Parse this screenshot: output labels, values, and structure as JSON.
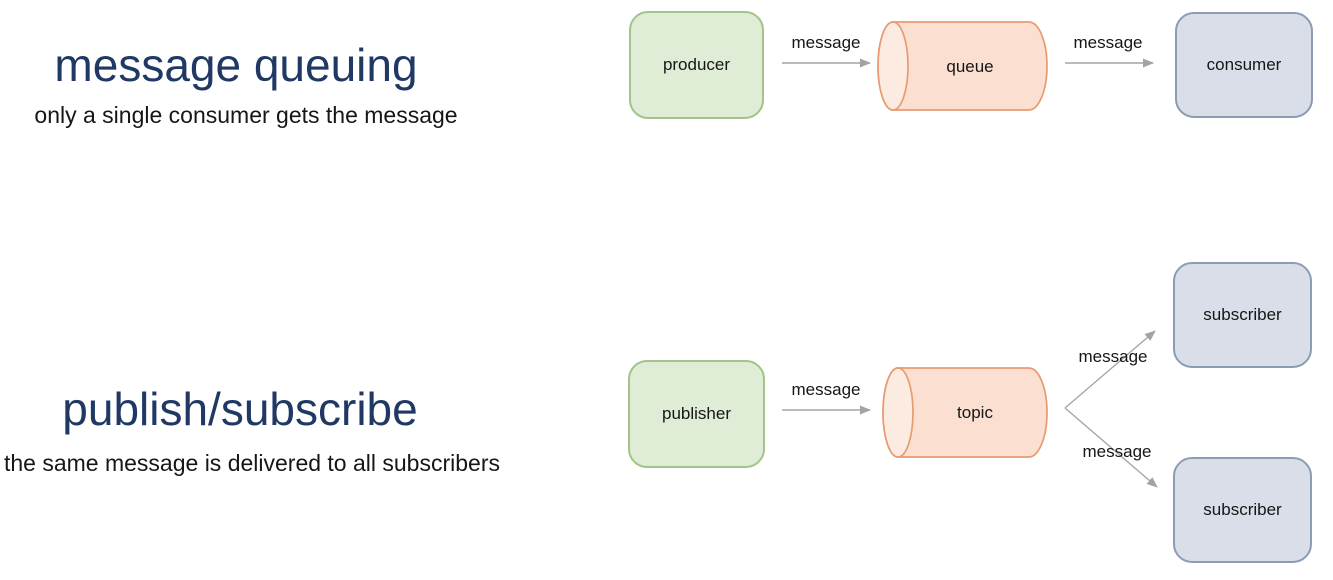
{
  "diagram_top": {
    "title": "message queuing",
    "subtitle": "only a single consumer gets the message",
    "producer_label": "producer",
    "queue_label": "queue",
    "consumer_label": "consumer",
    "arrow1_label": "message",
    "arrow2_label": "message"
  },
  "diagram_bottom": {
    "title": "publish/subscribe",
    "subtitle": "the same message is delivered to all subscribers",
    "publisher_label": "publisher",
    "topic_label": "topic",
    "subscriber1_label": "subscriber",
    "subscriber2_label": "subscriber",
    "arrow1_label": "message",
    "arrow2_label": "message",
    "arrow3_label": "message"
  },
  "colors": {
    "title_navy": "#1f3864",
    "text_black": "#161616",
    "green_fill": "#dfecd6",
    "green_border": "#a3c489",
    "orange_fill": "#fbdfd0",
    "orange_rim_fill": "#fcebe1",
    "orange_border": "#e89b72",
    "gray_fill": "#d9dee8",
    "gray_border": "#8b9cb5",
    "arrow_gray": "#a3a3a3"
  }
}
